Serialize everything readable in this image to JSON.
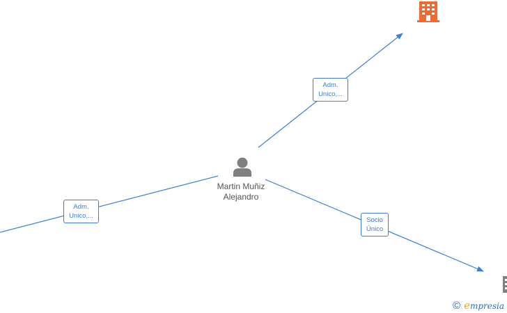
{
  "colors": {
    "edge": "#3a7fd5",
    "person_icon": "#808080",
    "company_highlight": "#f26b2e",
    "company_other": "#808080",
    "watermark_blue": "#2b6fb6",
    "watermark_orange": "#f0a430"
  },
  "center_node": {
    "name_line1": "Martin Muñiz",
    "name_line2": "Alejandro",
    "icon": "person-icon"
  },
  "edges": [
    {
      "role_line1": "Adm.",
      "role_line2": "Unico,...",
      "target": "company-top-right"
    },
    {
      "role_line1": "Adm.",
      "role_line2": "Unico,...",
      "target": "off-canvas-left"
    },
    {
      "role_line1": "Socio",
      "role_line2": "Único",
      "target": "company-bottom-right"
    }
  ],
  "companies": [
    {
      "id": "company-top-right",
      "icon": "building-icon",
      "highlighted": true
    },
    {
      "id": "company-bottom-right",
      "icon": "building-icon",
      "highlighted": false
    }
  ],
  "watermark": {
    "copyright_symbol": "©",
    "brand_first": "e",
    "brand_rest": "mpresia"
  }
}
